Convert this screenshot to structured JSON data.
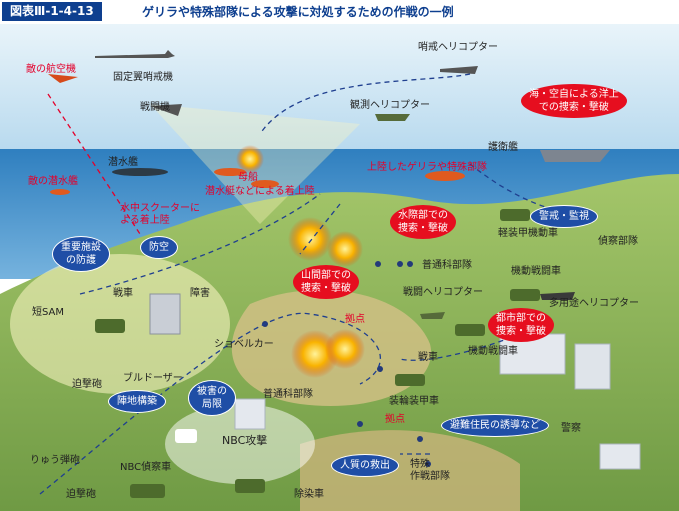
{
  "header": {
    "figure_number": "図表Ⅲ-1-4-13",
    "title": "ゲリラや特殊部隊による攻撃に対処するための作戦の一例"
  },
  "labels": {
    "enemy_aircraft": "敵の航空機",
    "fixed_wing_patrol": "固定翼哨戒機",
    "fighter": "戦闘機",
    "patrol_helicopter": "哨戒ヘリコプター",
    "observation_helicopter": "観測ヘリコプター",
    "submarine": "潜水艦",
    "enemy_submarine": "敵の潜水艦",
    "mother_ship": "母船",
    "small_boat_landing": "潜水艇などによる着上陸",
    "underwater_scooter": "水中スクーターに\nよる着上陸",
    "escort_ship": "護衛艦",
    "landed_guerrilla": "上陸したゲリラや特殊部隊",
    "light_armored_vehicle": "軽装甲機動車",
    "recon_unit": "偵察部隊",
    "normal_infantry_1": "普通科部隊",
    "combat_helicopter": "戦闘ヘリコプター",
    "maneuver_combat_vehicle_1": "機動戦闘車",
    "utility_helicopter": "多用途ヘリコプター",
    "tank_1": "戦車",
    "short_sam": "短SAM",
    "obstacle": "障害",
    "excavator": "ショベルカー",
    "mortar_1": "迫撃砲",
    "bulldozer": "ブルドーザー",
    "stronghold_1": "拠点",
    "tank_2": "戦車",
    "maneuver_combat_vehicle_2": "機動戦闘車",
    "normal_infantry_2": "普通科部隊",
    "armored_personnel_carrier": "装輪装甲車",
    "stronghold_2": "拠点",
    "police": "警察",
    "flare_shell": "りゅう弾砲",
    "nbc_recon_vehicle": "NBC偵察車",
    "mortar_2": "迫撃砲",
    "decontamination_vehicle": "除染車",
    "special_ops_group": "特殊\n作戦部隊"
  },
  "bubbles": {
    "sea_air_search": "海・空自による洋上\nでの捜索・撃破",
    "alert_surveillance": "警戒・監視",
    "waterfront_search": "水際部での\n捜索・撃破",
    "key_facility_defense": "重要施設\nの防護",
    "air_defense": "防空",
    "mountain_search": "山間部での\n捜索・撃破",
    "urban_search": "都市部での\n捜索・撃破",
    "position_construction": "陣地構築",
    "damage_localization": "被害の\n局限",
    "nbc_attack": "NBC攻撃",
    "evacuation_guidance": "避難住民の誘導など",
    "hostage_rescue": "人質の救出"
  },
  "colors": {
    "header_blue": "#0e3f8f",
    "bubble_red": "#e60e1f",
    "bubble_blue": "#1f4ea6",
    "sky": "#c9e3f2",
    "sea": "#4f97c9",
    "land": "#7fae54",
    "fire": "#f6a100"
  }
}
